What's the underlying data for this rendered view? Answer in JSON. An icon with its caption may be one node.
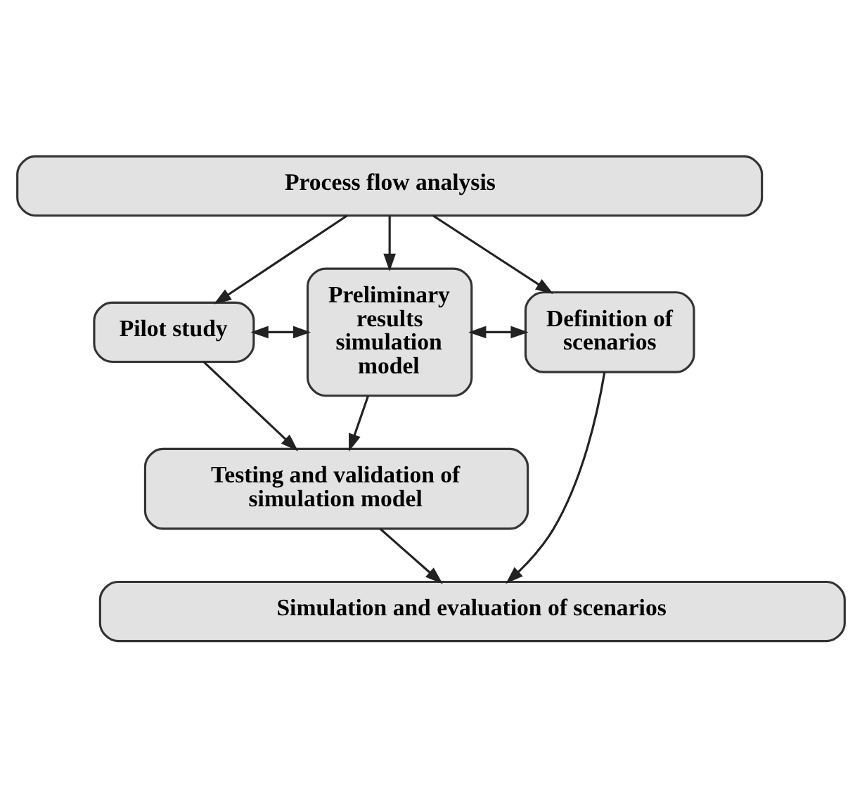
{
  "diagram": {
    "nodes": [
      {
        "text": [
          "Process flow analysis"
        ]
      },
      {
        "text": [
          "Pilot study"
        ]
      },
      {
        "text": [
          "Preliminary results simulation model"
        ]
      },
      {
        "text": [
          "Definition of scenarios"
        ]
      },
      {
        "text": [
          "Testing and validation of simulation model"
        ]
      },
      {
        "text": [
          "Simulation and evaluation of scenarios"
        ]
      }
    ],
    "edges": [
      {
        "from": 0,
        "to": 1,
        "arrow": "to"
      },
      {
        "from": 0,
        "to": 2,
        "arrow": "to"
      },
      {
        "from": 0,
        "to": 3,
        "arrow": "to"
      },
      {
        "from": 1,
        "to": 2,
        "arrow": "both"
      },
      {
        "from": 2,
        "to": 3,
        "arrow": "both"
      },
      {
        "from": 1,
        "to": 4,
        "arrow": "to"
      },
      {
        "from": 2,
        "to": 4,
        "arrow": "to"
      },
      {
        "from": 4,
        "to": 5,
        "arrow": "to"
      },
      {
        "from": 3,
        "to": 5,
        "arrow": "to"
      }
    ]
  }
}
